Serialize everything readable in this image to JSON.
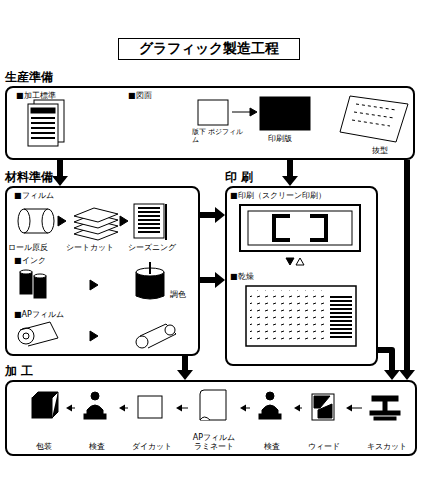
{
  "diagram": {
    "title": "グラフィック製造工程",
    "nodes": [
      {
        "text": [
          "グラフィック製造工程"
        ]
      },
      {
        "text": [
          "生産準備"
        ]
      },
      {
        "text": [
          "材料準備"
        ]
      },
      {
        "text": [
          "印 刷"
        ]
      },
      {
        "text": [
          "加 工"
        ]
      },
      {
        "text": [
          "包装"
        ],
        "in": 4
      },
      {
        "text": [
          "検査"
        ],
        "in": 4
      },
      {
        "text": [
          "ダイカット"
        ],
        "in": 4
      },
      {
        "text": [
          "APフィルム ラミネート"
        ],
        "in": 4
      },
      {
        "text": [
          "検査"
        ],
        "in": 4
      },
      {
        "text": [
          "ウィード"
        ],
        "in": 4
      },
      {
        "text": [
          "キスカット"
        ],
        "in": 4
      }
    ],
    "edges": [
      {
        "from": 1,
        "to": 2,
        "arrow": "to"
      },
      {
        "from": 1,
        "to": 3,
        "arrow": "to"
      },
      {
        "from": 1,
        "to": 4,
        "arrow": "to"
      },
      {
        "from": 2,
        "to": 3,
        "arrow": "to"
      },
      {
        "from": 2,
        "to": 3,
        "arrow": "to"
      },
      {
        "from": 2,
        "to": 4,
        "arrow": "to"
      },
      {
        "from": 3,
        "to": 4,
        "arrow": "to"
      },
      {
        "from": 11,
        "to": 10,
        "arrow": "to"
      },
      {
        "from": 10,
        "to": 9,
        "arrow": "to"
      },
      {
        "from": 9,
        "to": 8,
        "arrow": "to"
      },
      {
        "from": 8,
        "to": 7,
        "arrow": "to"
      },
      {
        "from": 7,
        "to": 6,
        "arrow": "to"
      },
      {
        "from": 6,
        "to": 5,
        "arrow": "to"
      }
    ],
    "labels": [
      "■加工標準",
      "■図面",
      "版下 ポジフィルム",
      "印刷版",
      "抜型",
      "■フィルム",
      "ロール原反",
      "シートカット",
      "シーズニング",
      "■インク",
      "調色",
      "■APフィルム",
      "■印刷（スクリーン印刷）",
      "■乾燥"
    ]
  }
}
